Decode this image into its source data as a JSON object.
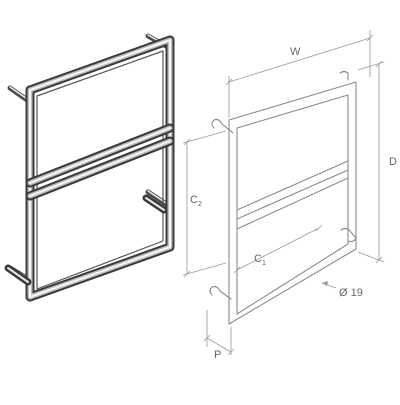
{
  "figure": {
    "colors": {
      "background": "#ffffff",
      "chrome_dark": "#3c3c3c",
      "chrome_mid": "#9a9a9a",
      "chrome_light": "#f4f4f4",
      "line_drawing": "#8a8a8a",
      "dimension": "#9a9a9a"
    },
    "labels": {
      "width": "W",
      "depth": "D",
      "c2_main": "C",
      "c2_sub": "2",
      "c1_main": "C",
      "c1_sub": "1",
      "diameter": "Ø 19",
      "projection": "P"
    },
    "views": [
      "chrome-render",
      "line-drawing-with-dimensions"
    ]
  }
}
